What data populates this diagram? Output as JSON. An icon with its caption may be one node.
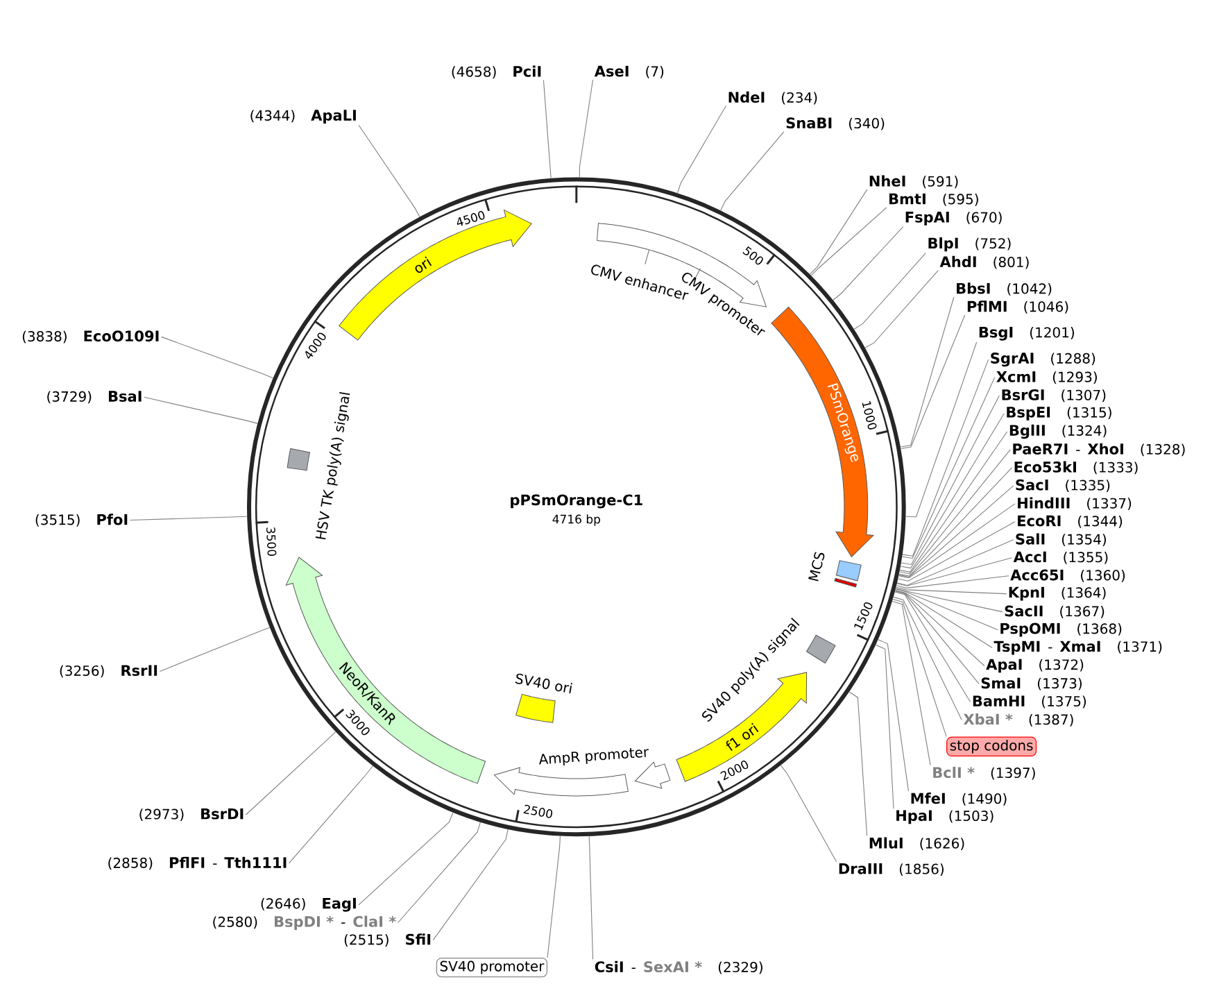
{
  "diagram": {
    "title": "pPSmOrange-C1",
    "nodes": [
      {
        "text": [
          "ori"
        ]
      },
      {
        "text": [
          "CMV enhancer",
          "CMV promoter"
        ]
      },
      {
        "text": [
          "PSmOrange"
        ]
      },
      {
        "text": [
          "MCS"
        ]
      },
      {
        "text": [],
        "shape": "bar"
      },
      {
        "text": [
          "SV40 poly(A) signal"
        ]
      },
      {
        "text": [
          "f1 ori"
        ]
      },
      {
        "text": [],
        "shape": "arrow"
      },
      {
        "text": [
          "AmpR promoter"
        ]
      },
      {
        "text": [
          "SV40 ori"
        ]
      },
      {
        "text": [
          "NeoR/KanR"
        ]
      },
      {
        "text": [
          "HSV TK poly(A) signal"
        ]
      },
      {
        "text": [
          "stop codons"
        ]
      },
      {
        "text": [
          "SV40 promoter"
        ]
      },
      {
        "text": [
          "(4658)",
          "PciI"
        ]
      },
      {
        "text": [
          "AseI",
          "(7)"
        ]
      },
      {
        "text": [
          "NdeI",
          "(234)"
        ]
      },
      {
        "text": [
          "SnaBI",
          "(340)"
        ]
      },
      {
        "text": [
          "NheI",
          "(591)"
        ]
      },
      {
        "text": [
          "BmtI",
          "(595)"
        ]
      },
      {
        "text": [
          "FspAI",
          "(670)"
        ]
      },
      {
        "text": [
          "BlpI",
          "(752)"
        ]
      },
      {
        "text": [
          "AhdI",
          "(801)"
        ]
      },
      {
        "text": [
          "BbsI",
          "(1042)"
        ]
      },
      {
        "text": [
          "PflMI",
          "(1046)"
        ]
      },
      {
        "text": [
          "BsgI",
          "(1201)"
        ]
      },
      {
        "text": [
          "SgrAI",
          "(1288)"
        ]
      },
      {
        "text": [
          "XcmI",
          "(1293)"
        ]
      },
      {
        "text": [
          "BsrGI",
          "(1307)"
        ]
      },
      {
        "text": [
          "BspEI",
          "(1315)"
        ]
      },
      {
        "text": [
          "BglII",
          "(1324)"
        ]
      },
      {
        "text": [
          "PaeR7I",
          "-",
          "XhoI",
          "(1328)"
        ]
      },
      {
        "text": [
          "Eco53kI",
          "(1333)"
        ]
      },
      {
        "text": [
          "SacI",
          "(1335)"
        ]
      },
      {
        "text": [
          "HindIII",
          "(1337)"
        ]
      },
      {
        "text": [
          "EcoRI",
          "(1344)"
        ]
      },
      {
        "text": [
          "SalI",
          "(1354)"
        ]
      },
      {
        "text": [
          "AccI",
          "(1355)"
        ]
      },
      {
        "text": [
          "Acc65I",
          "(1360)"
        ]
      },
      {
        "text": [
          "KpnI",
          "(1364)"
        ]
      },
      {
        "text": [
          "SacII",
          "(1367)"
        ]
      },
      {
        "text": [
          "PspOMI",
          "(1368)"
        ]
      },
      {
        "text": [
          "TspMI",
          "-",
          "XmaI",
          "(1371)"
        ]
      },
      {
        "text": [
          "ApaI",
          "(1372)"
        ]
      },
      {
        "text": [
          "SmaI",
          "(1373)"
        ]
      },
      {
        "text": [
          "BamHI",
          "(1375)"
        ]
      },
      {
        "text": [
          "XbaI *",
          "(1387)"
        ]
      },
      {
        "text": [
          "BclI *",
          "(1397)"
        ]
      },
      {
        "text": [
          "MfeI",
          "(1490)"
        ]
      },
      {
        "text": [
          "HpaI",
          "(1503)"
        ]
      },
      {
        "text": [
          "MluI",
          "(1626)"
        ]
      },
      {
        "text": [
          "DraIII",
          "(1856)"
        ]
      },
      {
        "text": [
          "CsiI",
          "-",
          "SexAI *",
          "(2329)"
        ]
      },
      {
        "text": [
          "(2515)",
          "SfiI"
        ]
      },
      {
        "text": [
          "(2580)",
          "BspDI *",
          "-",
          "ClaI *"
        ]
      },
      {
        "text": [
          "(2646)",
          "EagI"
        ]
      },
      {
        "text": [
          "(2858)",
          "PflFI",
          "-",
          "Tth111I"
        ]
      },
      {
        "text": [
          "(2973)",
          "BsrDI"
        ]
      },
      {
        "text": [
          "(3256)",
          "RsrII"
        ]
      },
      {
        "text": [
          "(3515)",
          "PfoI"
        ]
      },
      {
        "text": [
          "(3729)",
          "BsaI"
        ]
      },
      {
        "text": [
          "(3838)",
          "EcoO109I"
        ]
      },
      {
        "text": [
          "(4344)",
          "ApaLI"
        ]
      }
    ],
    "edges": [
      {
        "from": 12,
        "to": null,
        "arrow": "none"
      },
      {
        "from": 13,
        "to": null,
        "arrow": "none"
      },
      {
        "from": 14,
        "to": null,
        "arrow": "none"
      },
      {
        "from": 15,
        "to": null,
        "arrow": "none"
      },
      {
        "from": 16,
        "to": null,
        "arrow": "none"
      },
      {
        "from": 17,
        "to": null,
        "arrow": "none"
      },
      {
        "from": 18,
        "to": null,
        "arrow": "none"
      },
      {
        "from": 19,
        "to": null,
        "arrow": "none"
      },
      {
        "from": 20,
        "to": null,
        "arrow": "none"
      },
      {
        "from": 21,
        "to": null,
        "arrow": "none"
      },
      {
        "from": 22,
        "to": null,
        "arrow": "none"
      },
      {
        "from": 23,
        "to": null,
        "arrow": "none"
      },
      {
        "from": 24,
        "to": null,
        "arrow": "none"
      },
      {
        "from": 25,
        "to": null,
        "arrow": "none"
      },
      {
        "from": 26,
        "to": null,
        "arrow": "none"
      },
      {
        "from": 27,
        "to": null,
        "arrow": "none"
      },
      {
        "from": 28,
        "to": null,
        "arrow": "none"
      },
      {
        "from": 29,
        "to": null,
        "arrow": "none"
      },
      {
        "from": 30,
        "to": null,
        "arrow": "none"
      },
      {
        "from": 31,
        "to": null,
        "arrow": "none"
      },
      {
        "from": 32,
        "to": null,
        "arrow": "none"
      },
      {
        "from": 33,
        "to": null,
        "arrow": "none"
      },
      {
        "from": 34,
        "to": null,
        "arrow": "none"
      },
      {
        "from": 35,
        "to": null,
        "arrow": "none"
      },
      {
        "from": 36,
        "to": null,
        "arrow": "none"
      },
      {
        "from": 37,
        "to": null,
        "arrow": "none"
      },
      {
        "from": 38,
        "to": null,
        "arrow": "none"
      },
      {
        "from": 39,
        "to": null,
        "arrow": "none"
      },
      {
        "from": 40,
        "to": null,
        "arrow": "none"
      },
      {
        "from": 41,
        "to": null,
        "arrow": "none"
      },
      {
        "from": 42,
        "to": null,
        "arrow": "none"
      },
      {
        "from": 43,
        "to": null,
        "arrow": "none"
      },
      {
        "from": 44,
        "to": null,
        "arrow": "none"
      },
      {
        "from": 45,
        "to": null,
        "arrow": "none"
      },
      {
        "from": 46,
        "to": null,
        "arrow": "none"
      },
      {
        "from": 47,
        "to": null,
        "arrow": "none"
      },
      {
        "from": 48,
        "to": null,
        "arrow": "none"
      },
      {
        "from": 49,
        "to": null,
        "arrow": "none"
      },
      {
        "from": 50,
        "to": null,
        "arrow": "none"
      },
      {
        "from": 51,
        "to": null,
        "arrow": "none"
      },
      {
        "from": 52,
        "to": null,
        "arrow": "none"
      },
      {
        "from": 53,
        "to": null,
        "arrow": "none"
      },
      {
        "from": 54,
        "to": null,
        "arrow": "none"
      },
      {
        "from": 55,
        "to": null,
        "arrow": "none"
      },
      {
        "from": 56,
        "to": null,
        "arrow": "none"
      },
      {
        "from": 57,
        "to": null,
        "arrow": "none"
      },
      {
        "from": 58,
        "to": null,
        "arrow": "none"
      },
      {
        "from": 59,
        "to": null,
        "arrow": "none"
      },
      {
        "from": 60,
        "to": null,
        "arrow": "none"
      },
      {
        "from": 61,
        "to": null,
        "arrow": "none"
      },
      {
        "from": 62,
        "to": null,
        "arrow": "none"
      }
    ],
    "labels": [
      "4716 bp",
      "500",
      "1000",
      "1500",
      "2000",
      "2500",
      "3000",
      "3500",
      "4000",
      "4500"
    ]
  }
}
